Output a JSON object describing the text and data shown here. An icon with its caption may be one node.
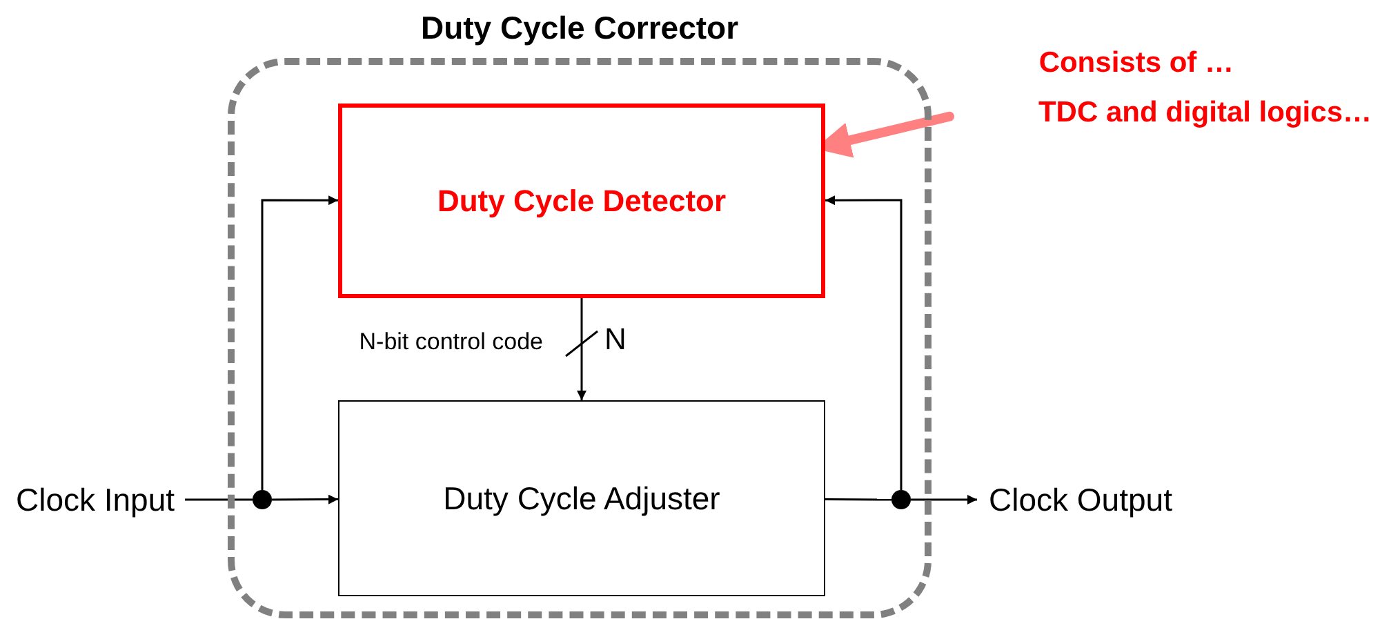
{
  "diagram": {
    "nodes": [
      {
        "text": [
          "Duty Cycle Corrector"
        ]
      },
      {
        "text": [
          "Duty Cycle Detector"
        ],
        "in": 0
      },
      {
        "text": [
          "Duty Cycle Adjuster"
        ],
        "in": 0
      },
      {
        "text": [
          "Clock Input"
        ]
      },
      {
        "text": [
          "Clock Output"
        ]
      },
      {
        "text": [],
        "shape": "circle",
        "in": 0
      },
      {
        "text": [],
        "shape": "circle",
        "in": 0
      },
      {
        "text": [
          "Consists of …",
          "TDC and digital logics…"
        ]
      }
    ],
    "edges": [
      {
        "from": 3,
        "to": 5,
        "arrow": "none"
      },
      {
        "from": 5,
        "to": 2,
        "arrow": "to"
      },
      {
        "from": 5,
        "to": 1,
        "arrow": "to"
      },
      {
        "from": 1,
        "to": 2,
        "arrow": "to",
        "label": "N-bit control code"
      },
      {
        "from": 2,
        "to": 6,
        "arrow": "none"
      },
      {
        "from": 6,
        "to": 4,
        "arrow": "to"
      },
      {
        "from": 6,
        "to": 1,
        "arrow": "to"
      },
      {
        "from": 7,
        "to": 1,
        "arrow": "to",
        "style": "thick",
        "color": "#ff8080"
      }
    ],
    "labels": [
      "N"
    ]
  }
}
